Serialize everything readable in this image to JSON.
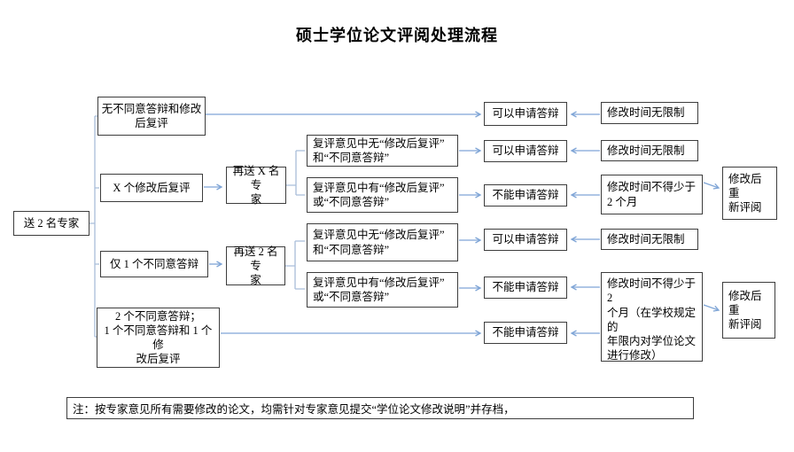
{
  "title": "硕士学位论文评阅处理流程",
  "colors": {
    "connector_arrow": "#7fa5d6",
    "connector_bracket": "#a9bdd9",
    "box_border": "#3d3d3d",
    "text": "#000000",
    "background": "#ffffff"
  },
  "nodes": {
    "start": "送 2 名专家",
    "branch_no_objection": "无不同意答辩和修改\n后复评",
    "branch_x_after_revision": "X 个修改后复评",
    "branch_one_disagree": "仅 1 个不同意答辩",
    "branch_two_disagree": "2 个不同意答辩；\n1 个不同意答辩和 1 个修\n改后复评",
    "resend_x_experts": "再送 X 名专\n家",
    "resend_two_experts": "再送 2 名专\n家",
    "review_none_a": "复评意见中无“修改后复评”\n和“不同意答辩”",
    "review_has_a": "复评意见中有“修改后复评”\n或“不同意答辩”",
    "review_none_b": "复评意见中无“修改后复评”\n和“不同意答辩”",
    "review_has_b": "复评意见中有“修改后复评”\n或“不同意答辩”",
    "outcome_allow_1": "可以申请答辩",
    "outcome_allow_2": "可以申请答辩",
    "outcome_deny_1": "不能申请答辩",
    "outcome_allow_3": "可以申请答辩",
    "outcome_deny_2": "不能申请答辩",
    "outcome_deny_3": "不能申请答辩",
    "time_unlimited_1": "修改时间无限制",
    "time_unlimited_2": "修改时间无限制",
    "time_two_months": "修改时间不得少于\n2 个月",
    "time_unlimited_3": "修改时间无限制",
    "time_two_months_school": "修改时间不得少于 2\n个月（在学校规定的\n年限内对学位论文\n进行修改）",
    "rereview_1": "修改后重\n新评阅",
    "rereview_2": "修改后重\n新评阅"
  },
  "note": "注：按专家意见所有需要修改的论文，均需针对专家意见提交“学位论文修改说明”并存档，"
}
